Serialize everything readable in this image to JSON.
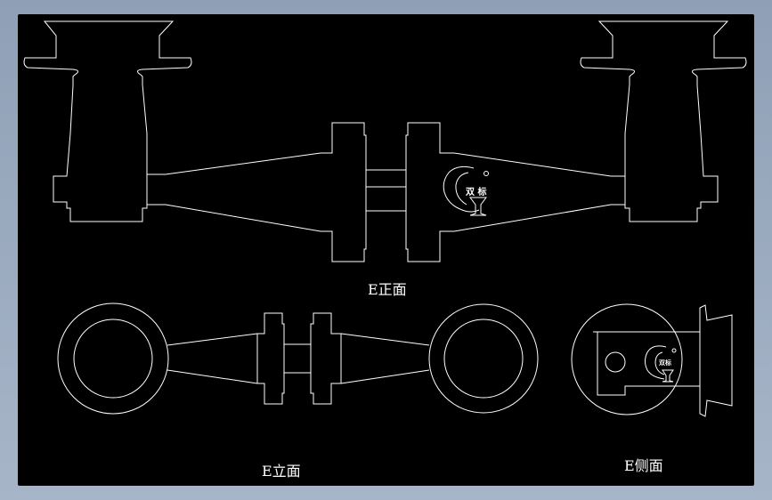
{
  "views": {
    "front": {
      "label": "E正面"
    },
    "elevation": {
      "label": "E立面"
    },
    "side": {
      "label": "E侧面"
    }
  },
  "logo": {
    "text": "双 标",
    "mark": "®",
    "small_text": "双标"
  },
  "colors": {
    "background": "#000000",
    "line": "#ffffff",
    "frame": "#8fa0b6"
  }
}
